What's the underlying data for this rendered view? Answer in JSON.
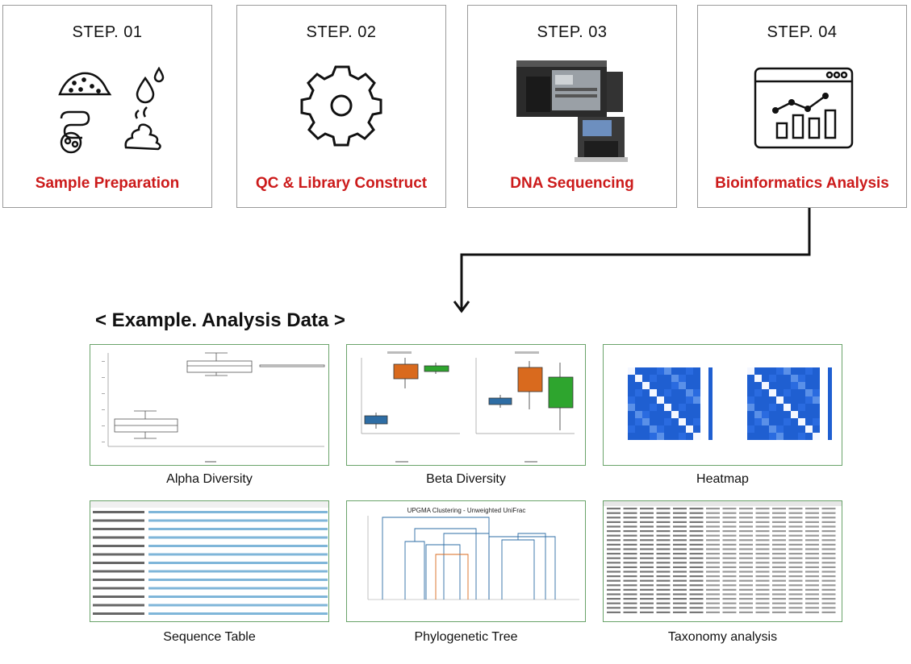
{
  "steps": [
    {
      "title": "STEP. 01",
      "label": "Sample Preparation",
      "icon": "sample-icons"
    },
    {
      "title": "STEP. 02",
      "label": "QC & Library Construct",
      "icon": "gear-icon"
    },
    {
      "title": "STEP. 03",
      "label": "DNA Sequencing",
      "icon": "sequencer-icon"
    },
    {
      "title": "STEP. 04",
      "label": "Bioinformatics Analysis",
      "icon": "analytics-window-icon"
    }
  ],
  "section_title": "< Example. Analysis Data >",
  "examples": [
    {
      "caption": "Alpha Diversity"
    },
    {
      "caption": "Beta Diversity"
    },
    {
      "caption": "Heatmap"
    },
    {
      "caption": "Sequence Table"
    },
    {
      "caption": "Phylogenetic Tree",
      "inner_title": "UPGMA Clustering - Unweighted UniFrac"
    },
    {
      "caption": "Taxonomy analysis"
    }
  ],
  "colors": {
    "accent_red": "#cc1b1b",
    "panel_border": "#6aa36a",
    "box_blue": "#2e6da4",
    "box_orange": "#d96a1e",
    "box_green": "#2ea52e",
    "heat_blue": "#1f5fd1"
  }
}
